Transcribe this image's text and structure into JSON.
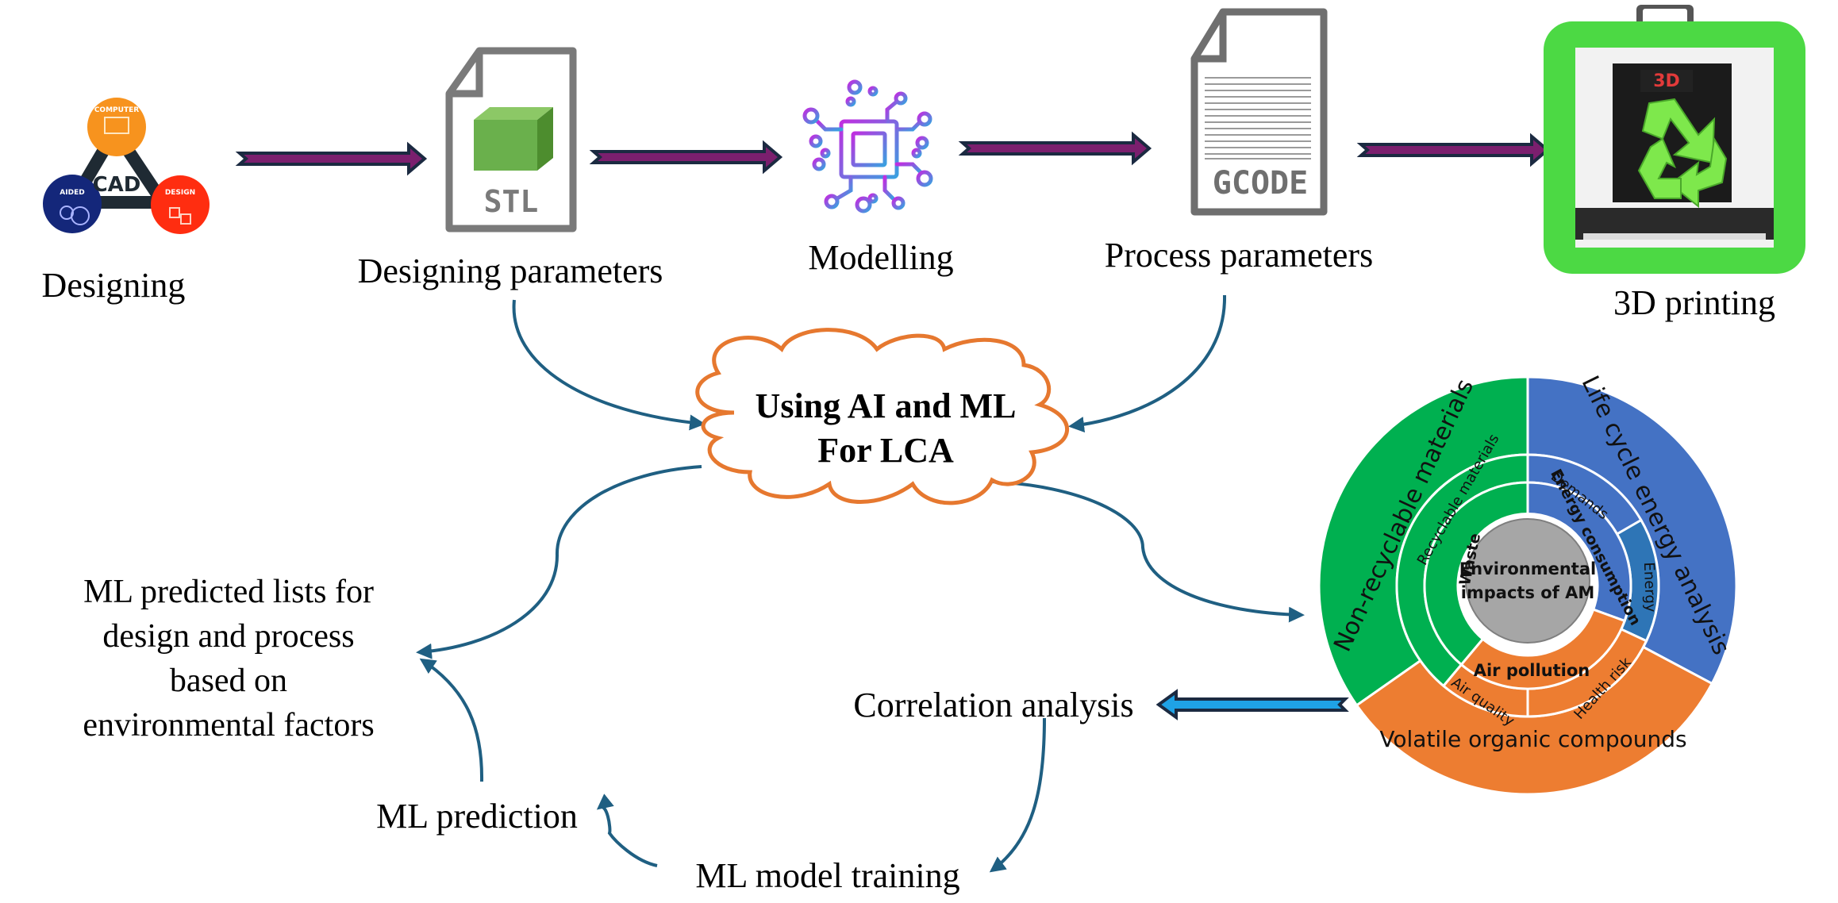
{
  "steps": {
    "designing": {
      "label": "Designing",
      "icon": "cad-logo-icon",
      "cad": {
        "center": "CAD",
        "computer": "COMPUTER",
        "aided": "AIDED",
        "design": "DESIGN"
      }
    },
    "designing_parameters": {
      "label": "Designing parameters",
      "icon": "stl-file-icon",
      "file_type": "STL"
    },
    "modelling": {
      "label": "Modelling",
      "icon": "ai-chip-icon"
    },
    "process_parameters": {
      "label": "Process parameters",
      "icon": "gcode-file-icon",
      "file_type": "GCODE"
    },
    "printing": {
      "label": "3D printing",
      "icon": "3d-printer-recycle-icon",
      "badge": "3D"
    }
  },
  "cloud": {
    "line1": "Using AI and ML",
    "line2": "For LCA"
  },
  "ml_list": {
    "lines": [
      "ML predicted lists for",
      "design and process",
      "based on",
      "environmental factors"
    ]
  },
  "correlation": {
    "label": "Correlation analysis"
  },
  "ml_prediction": {
    "label": "ML prediction"
  },
  "ml_training": {
    "label": "ML model training"
  },
  "colors": {
    "flow_arrow_fill": "#7b1f6e",
    "flow_arrow_outline": "#1b2a41",
    "connector": "#1f5f82",
    "cloud_outline": "#e6782f",
    "correlation_arrow_fill": "#1fa2e6",
    "green": "#00b050",
    "blue": "#4472c4",
    "energy_blue": "#2e75b6",
    "orange": "#ed7d31",
    "center_gray": "#a6a6a6"
  },
  "sunburst": {
    "center": [
      "Environmental",
      "impacts of AM"
    ],
    "inner_ring": [
      {
        "label": "Waste",
        "color": "green"
      },
      {
        "label": "Energy consumption",
        "color": "blue"
      },
      {
        "label": "Air pollution",
        "color": "orange"
      }
    ],
    "middle_ring": [
      {
        "label": "Recyclable materials",
        "color": "green"
      },
      {
        "label": "Demands",
        "color": "blue"
      },
      {
        "label": "Energy",
        "color": "energy_blue"
      },
      {
        "label": "Health risk",
        "color": "orange"
      },
      {
        "label": "Air quality",
        "color": "orange"
      }
    ],
    "outer_ring": [
      {
        "label": "Non-recyclable materials",
        "color": "green"
      },
      {
        "label": "Life cycle energy analysis",
        "color": "blue"
      },
      {
        "label": "Volatile organic compounds",
        "color": "orange"
      }
    ]
  }
}
